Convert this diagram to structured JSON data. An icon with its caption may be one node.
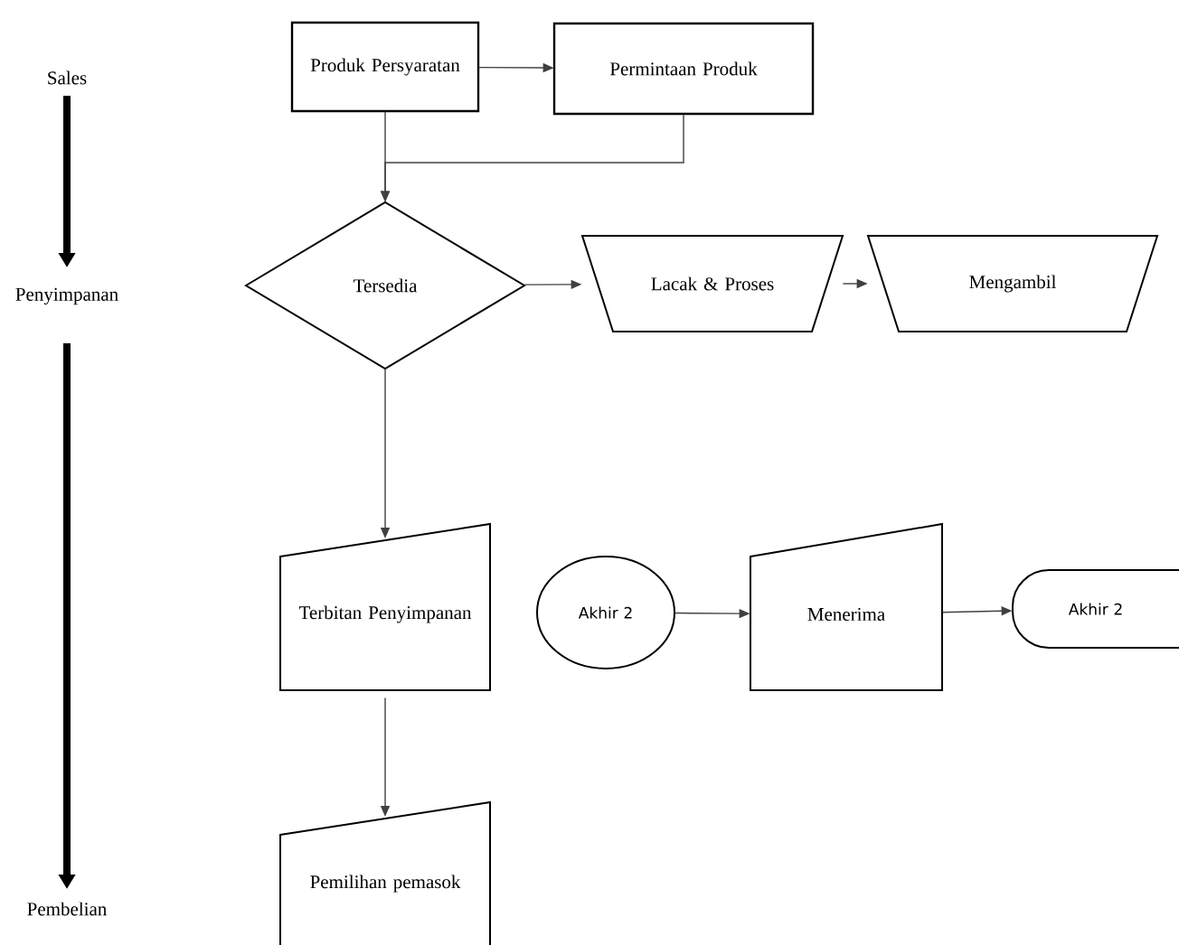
{
  "diagram": {
    "nodes": [
      {
        "text": [
          "Sales"
        ]
      },
      {
        "text": [
          "Penyimpanan"
        ]
      },
      {
        "text": [
          "Pembelian"
        ]
      },
      {
        "text": [
          "Produk Persyaratan"
        ]
      },
      {
        "text": [
          "Permintaan Produk"
        ]
      },
      {
        "text": [
          "Tersedia"
        ]
      },
      {
        "text": [
          "Lacak & Proses"
        ]
      },
      {
        "text": [
          "Mengambil"
        ]
      },
      {
        "text": [
          "Terbitan Penyimpanan"
        ]
      },
      {
        "text": [
          "Akhir 2"
        ]
      },
      {
        "text": [
          "Menerima"
        ]
      },
      {
        "text": [
          "Akhir 2"
        ]
      },
      {
        "text": [
          "Pemilihan pemasok"
        ]
      }
    ],
    "edges": [
      {
        "from": 0,
        "to": 1,
        "arrow": "to",
        "style": "thick"
      },
      {
        "from": 1,
        "to": 2,
        "arrow": "to",
        "style": "thick"
      },
      {
        "from": 3,
        "to": 4,
        "arrow": "to"
      },
      {
        "from": 3,
        "to": 5,
        "arrow": "to"
      },
      {
        "from": 4,
        "to": 5,
        "arrow": "to"
      },
      {
        "from": 5,
        "to": 6,
        "arrow": "to"
      },
      {
        "from": 6,
        "to": 7,
        "arrow": "to"
      },
      {
        "from": 5,
        "to": 8,
        "arrow": "to"
      },
      {
        "from": 8,
        "to": 12,
        "arrow": "to"
      },
      {
        "from": 9,
        "to": 10,
        "arrow": "to"
      },
      {
        "from": 10,
        "to": 11,
        "arrow": "to"
      }
    ]
  }
}
